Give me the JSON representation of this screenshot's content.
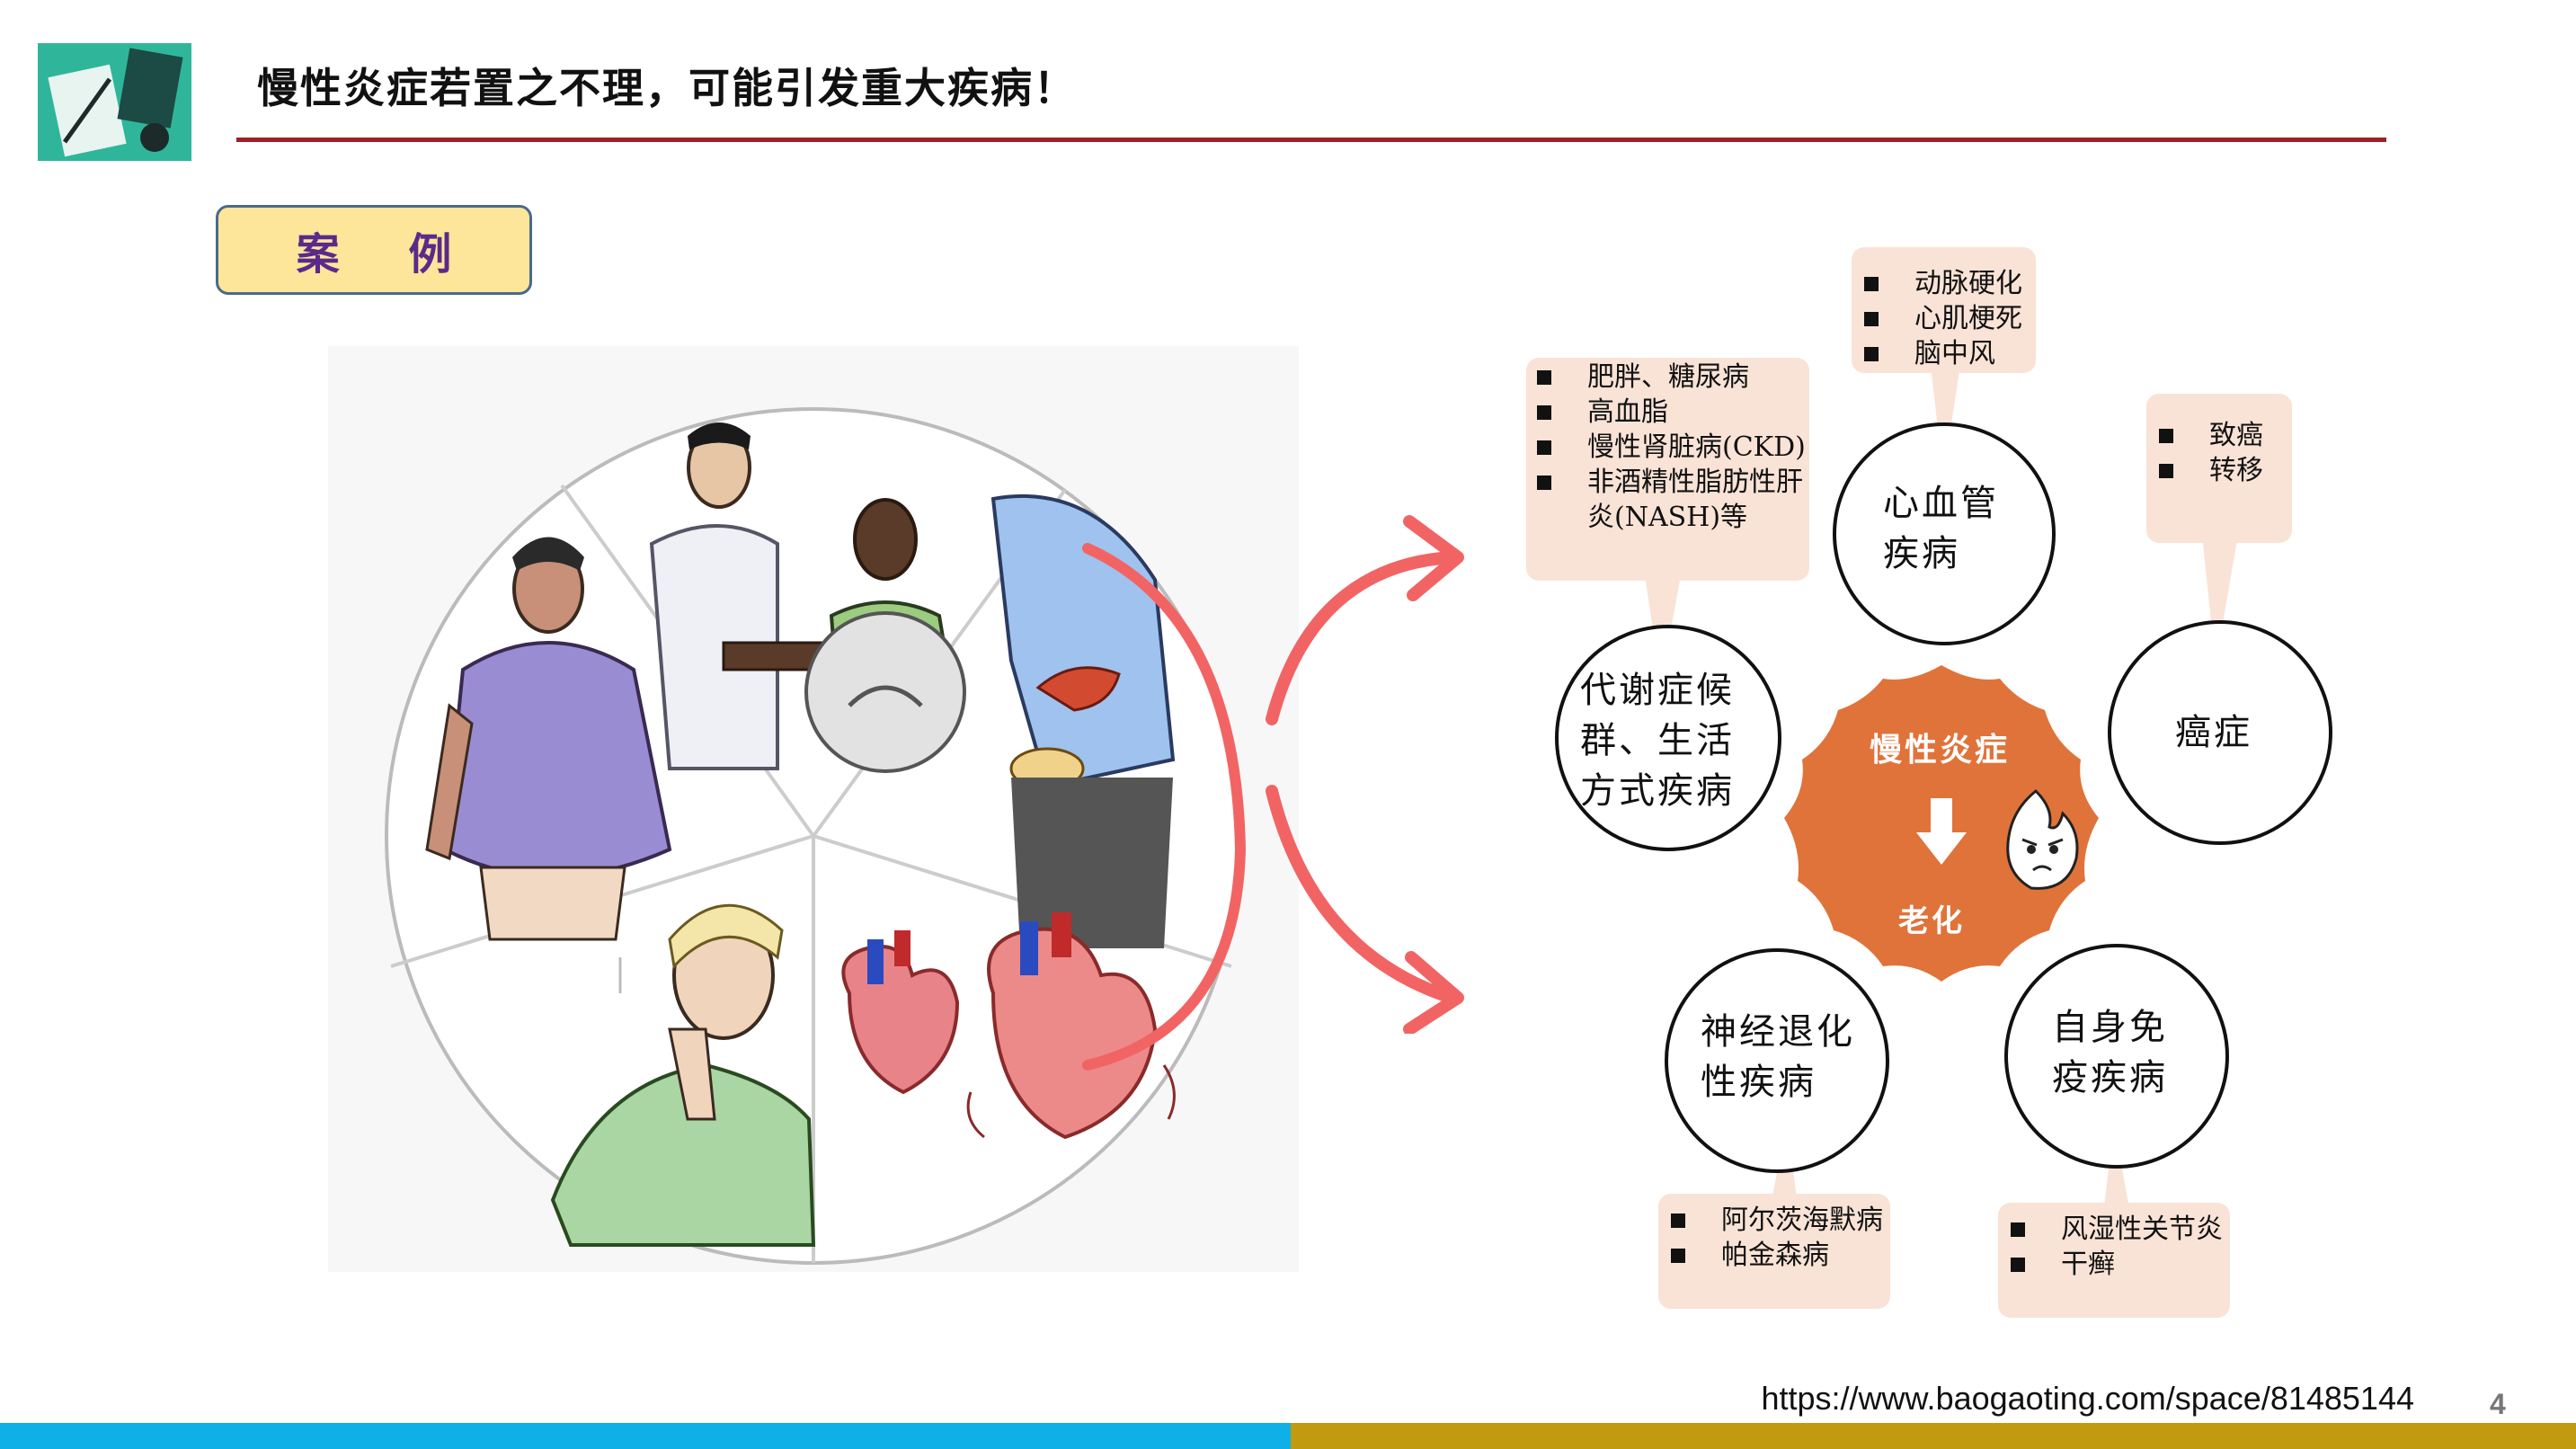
{
  "header": {
    "title": "慢性炎症若置之不理，可能引发重大疾病！"
  },
  "case_label": "案 例",
  "diagram": {
    "center": {
      "top_label": "慢性炎症",
      "bottom_label": "老化",
      "color": "#e0733a"
    },
    "nodes": {
      "cardio": {
        "label_line1": "心血管",
        "label_line2": "疾病",
        "bullets": [
          "动脉硬化",
          "心肌梗死",
          "脑中风"
        ]
      },
      "metabolic": {
        "label_line1": "代谢症候",
        "label_line2": "群、生活",
        "label_line3": "方式疾病",
        "bullets": [
          "肥胖、糖尿病",
          "高血脂",
          "慢性肾脏病(CKD)",
          "非酒精性脂肪性肝炎(NASH)等"
        ]
      },
      "cancer": {
        "label_line1": "癌症",
        "bullets": [
          "致癌",
          "转移"
        ]
      },
      "neuro": {
        "label_line1": "神经退化",
        "label_line2": "性疾病",
        "bullets": [
          "阿尔茨海默病",
          "帕金森病"
        ]
      },
      "autoimmune": {
        "label_line1": "自身免",
        "label_line2": "疫疾病",
        "bullets": [
          "风湿性关节炎",
          "干癣"
        ]
      }
    }
  },
  "footer": {
    "url": "https://www.baogaoting.com/space/81485144",
    "page_number": "4"
  },
  "colors": {
    "title_rule": "#9b2228",
    "case_box_fill": "#fde69a",
    "case_text": "#5a2a8a",
    "bubble_fill": "#f9e3d6",
    "arrow": "#f26464",
    "bar_blue": "#0fb0e8",
    "bar_gold": "#c29a0f"
  }
}
